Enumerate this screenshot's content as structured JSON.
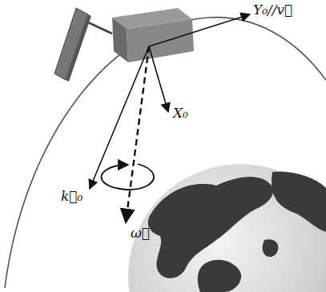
{
  "diagram": {
    "labels": [
      "Y₀//v⃗",
      "X₀",
      "k⃗₀",
      "ω⃗"
    ]
  }
}
